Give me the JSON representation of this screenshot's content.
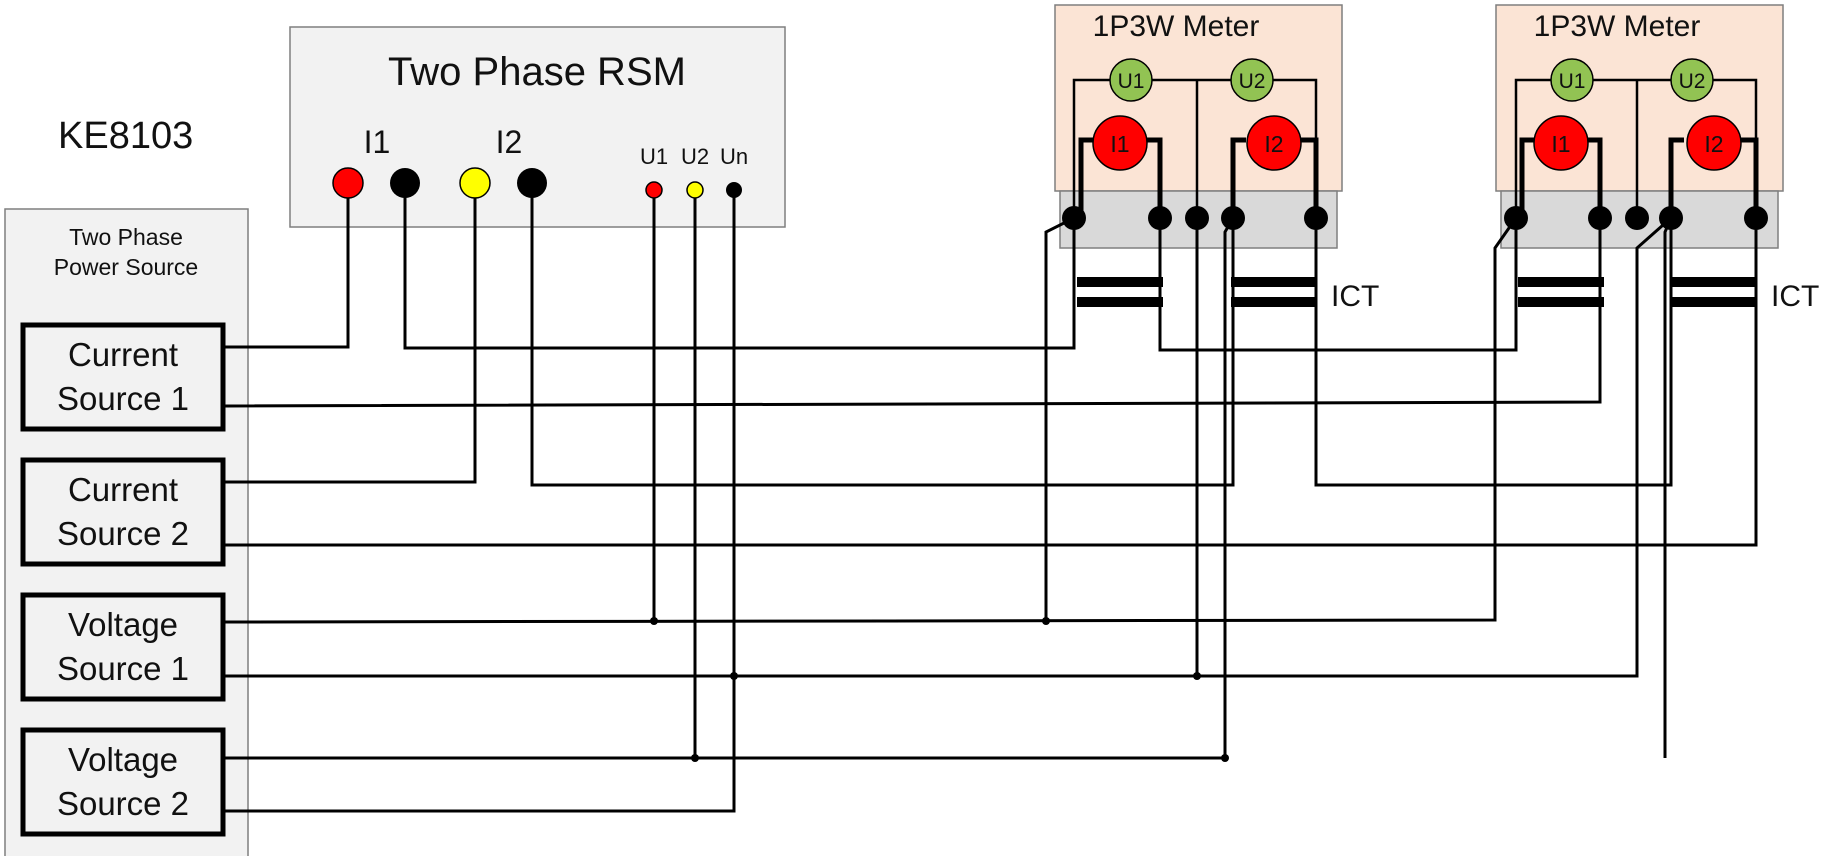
{
  "model_label": "KE8103",
  "rsm": {
    "title": "Two Phase RSM",
    "i1_label": "I1",
    "i2_label": "I2",
    "u1_label": "U1",
    "u2_label": "U2",
    "un_label": "Un"
  },
  "power_source": {
    "title_line1": "Two Phase",
    "title_line2": "Power Source",
    "current1_line1": "Current",
    "current1_line2": "Source 1",
    "current2_line1": "Current",
    "current2_line2": "Source 2",
    "voltage1_line1": "Voltage",
    "voltage1_line2": "Source 1",
    "voltage2_line1": "Voltage",
    "voltage2_line2": "Source 2"
  },
  "meters": [
    {
      "title": "1P3W  Meter",
      "u1": "U1",
      "u2": "U2",
      "i1": "I1",
      "i2": "I2",
      "ict": "ICT"
    },
    {
      "title": "1P3W  Meter",
      "u1": "U1",
      "u2": "U2",
      "i1": "I1",
      "i2": "I2",
      "ict": "ICT"
    }
  ],
  "colors": {
    "box_gray": "#f2f2f2",
    "meter_peach": "#fbe4d5",
    "terminal_gray": "#d9d9d9",
    "red": "#ff0000",
    "yellow": "#ffff00",
    "green": "#92c353",
    "black": "#000000"
  }
}
